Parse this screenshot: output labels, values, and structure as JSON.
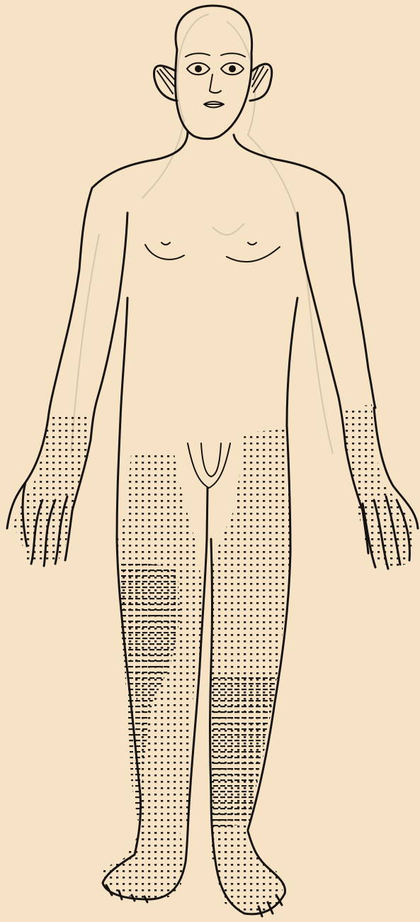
{
  "figure": {
    "paper_color": "#f6e3c6",
    "ink_color": "#161210",
    "stipple_color": "#1b1714",
    "bleed_through_color": "#d2c2aa",
    "affected_regions": [
      {
        "name": "right-forearm-and-hand",
        "pattern": "dots"
      },
      {
        "name": "left-forearm-and-hand",
        "pattern": "dots"
      },
      {
        "name": "right-leg",
        "pattern": "dots-and-dashes"
      },
      {
        "name": "left-leg",
        "pattern": "dots-and-dashes"
      },
      {
        "name": "right-foot",
        "pattern": "dots"
      },
      {
        "name": "left-foot",
        "pattern": "dots"
      }
    ]
  }
}
